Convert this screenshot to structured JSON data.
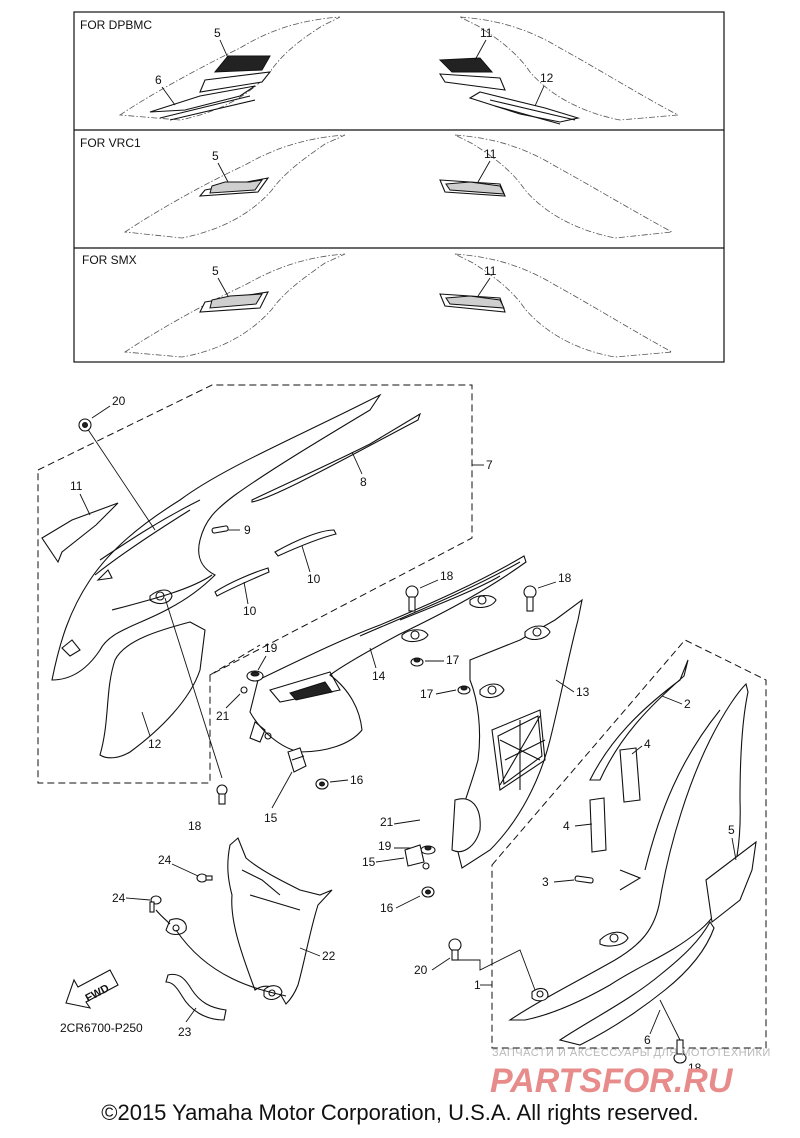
{
  "boxes": [
    {
      "title": "FOR DPBMC",
      "left_num": "5",
      "left_num2": "6",
      "right_num": "11",
      "right_num2": "12"
    },
    {
      "title": "FOR VRC1",
      "left_num": "5",
      "right_num": "11"
    },
    {
      "title": "FOR SMX",
      "left_num": "5",
      "right_num": "11"
    }
  ],
  "callouts": {
    "n1": "1",
    "n2": "2",
    "n3": "3",
    "n4a": "4",
    "n4b": "4",
    "n5": "5",
    "n6": "6",
    "n7": "7",
    "n8": "8",
    "n9": "9",
    "n10a": "10",
    "n10b": "10",
    "n11": "11",
    "n12": "12",
    "n13": "13",
    "n14": "14",
    "n15a": "15",
    "n15b": "15",
    "n16a": "16",
    "n16b": "16",
    "n17a": "17",
    "n17b": "17",
    "n18a": "18",
    "n18b": "18",
    "n18c": "18",
    "n18d": "18",
    "n19a": "19",
    "n19b": "19",
    "n20a": "20",
    "n20b": "20",
    "n21a": "21",
    "n21b": "21",
    "n22": "22",
    "n23": "23",
    "n24a": "24",
    "n24b": "24"
  },
  "fwd_label": "FWD",
  "diagram_ref": "2CR6700-P250",
  "watermark": {
    "line1": "ЗАПЧАСТИ И АКСЕССУАРЫ ДЛЯ МОТОТЕХНИКИ",
    "line2": "PARTSFOR.RU"
  },
  "copyright": "©2015 Yamaha Motor Corporation, U.S.A. All rights reserved."
}
